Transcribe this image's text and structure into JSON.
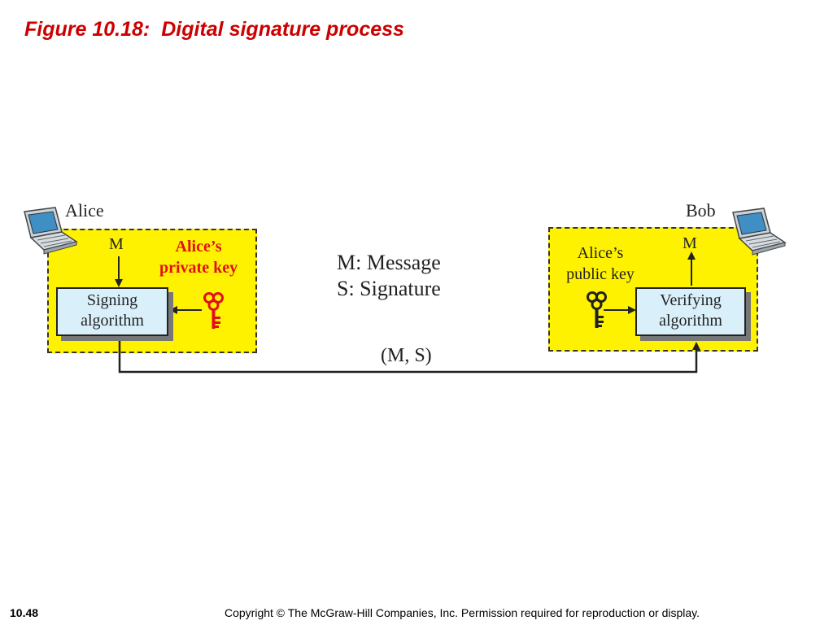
{
  "title": {
    "number": "Figure 10.18:",
    "text": "Digital signature process"
  },
  "alice": {
    "name": "Alice",
    "message": "M",
    "key_label_line1": "Alice’s",
    "key_label_line2": "private key",
    "algorithm_line1": "Signing",
    "algorithm_line2": "algorithm",
    "key_color": "#e0101a"
  },
  "bob": {
    "name": "Bob",
    "message": "M",
    "key_label_line1": "Alice’s",
    "key_label_line2": "public key",
    "algorithm_line1": "Verifying",
    "algorithm_line2": "algorithm",
    "key_color": "#222222"
  },
  "legend": {
    "line1": "M: Message",
    "line2": "S: Signature"
  },
  "transmission": "(M, S)",
  "footer": {
    "page": "10.48",
    "copyright": "Copyright © The McGraw-Hill Companies, Inc. Permission required for reproduction or display."
  },
  "colors": {
    "zone": "#fff200",
    "algorithm_box": "#d9f0fa",
    "title": "#cc0000"
  }
}
